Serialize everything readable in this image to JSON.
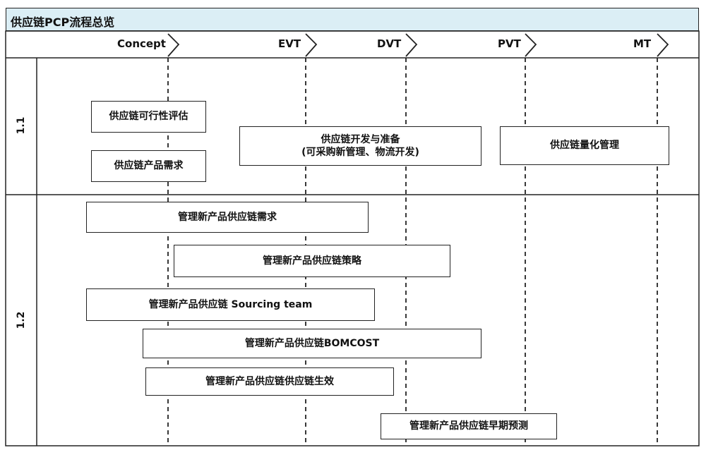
{
  "title": "供应链PCP流程总览",
  "phases": [
    "Concept",
    "EVT",
    "DVT",
    "PVT",
    "MT"
  ],
  "rows": [
    "1.1",
    "1.2"
  ],
  "tasks": {
    "feasibility": "供应链可行性评估",
    "product_demand": "供应链产品需求",
    "dev_prep_line1": "供应链开发与准备",
    "dev_prep_line2": "(可采购新管理、物流开发)",
    "quant_mgmt": "供应链量化管理",
    "new_demand": "管理新产品供应链需求",
    "new_strategy": "管理新产品供应链策略",
    "new_sourcing": "管理新产品供应链 Sourcing  team",
    "new_bomcost": "管理新产品供应链BOMCOST",
    "new_effective": "管理新产品供应链供应链生效",
    "new_forecast": "管理新产品供应链早期预测"
  },
  "colors": {
    "title_bg": "#dbeef5",
    "line": "#222222"
  }
}
